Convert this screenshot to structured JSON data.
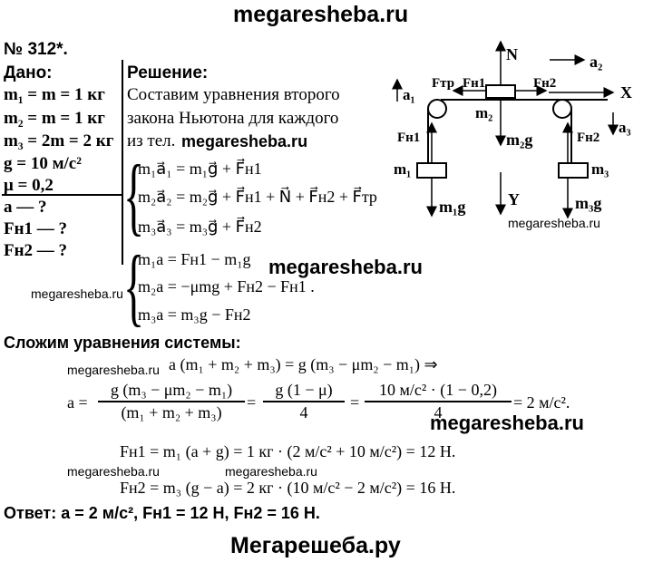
{
  "watermarks": {
    "top": "megaresheba.ru",
    "mid1": "megaresheba.ru",
    "mid2": "megaresheba.ru",
    "side1": "megaresheba.ru",
    "side2": "megaresheba.ru",
    "left1": "megaresheba.ru",
    "left2": "megaresheba.ru",
    "frac": "megaresheba.ru",
    "low1": "megaresheba.ru",
    "low2": "megaresheba.ru",
    "bottom": "Мегарешеба.ру"
  },
  "problem": {
    "number": "№ 312*.",
    "given_title": "Дано:",
    "given": [
      "m₁ = m = 1 кг",
      "m₂ = m = 1 кг",
      "m₃ = 2m = 2 кг",
      "g = 10 м/с²",
      "μ = 0,2"
    ],
    "find": [
      "a — ?",
      "Fн1 — ?",
      "Fн2 — ?"
    ]
  },
  "solution": {
    "title": "Решение:",
    "intro_lines": [
      "Составим уравнения второго",
      "закона Ньютона для каждого",
      "из тел."
    ],
    "vector_system": [
      "m₁a⃗₁ = m₁g⃗ + F⃗н1",
      "m₂a⃗₂ = m₂g⃗ + F⃗н1 + N⃗ + F⃗н2 + F⃗тр",
      "m₃a⃗₃ = m₃g⃗ + F⃗н2"
    ],
    "scalar_system": [
      "m₁a = Fн1 − m₁g",
      "m₂a = −μmg + Fн2 − Fн1 .",
      "m₃a = m₃g − Fн2"
    ],
    "add_text": "Сложим уравнения системы:",
    "sum_eq": "a (m₁ + m₂ + m₃) = g (m₃ − μm₂ − m₁) ⇒",
    "a_lhs": "a =",
    "frac1_num": "g (m₃ − μm₂ − m₁)",
    "frac1_den": "(m₁ + m₂ + m₃)",
    "eq1": "=",
    "frac2_num": "g (1 − μ)",
    "frac2_den": "4",
    "eq2": "=",
    "frac3_num": "10 м/с² · (1 − 0,2)",
    "frac3_den": "4",
    "a_result": "= 2 м/с².",
    "fn1_line": "Fн1 = m₁ (a + g) = 1 кг · (2 м/с² + 10 м/с²) = 12 Н.",
    "fn2_line": "Fн2 = m₃ (g − a) = 2 кг · (10 м/с² − 2 м/с²) = 16 Н.",
    "answer": "Ответ: a = 2 м/с², Fн1 = 12 Н, Fн2 = 16 Н."
  },
  "diagram": {
    "labels": {
      "N": "N",
      "a2": "a₂",
      "a1": "a₁",
      "Ftr": "Fтр",
      "Fn1_top": "Fн1",
      "Fn2_top": "Fн2",
      "X": "X",
      "m2": "m₂",
      "Fn1_left": "Fн1",
      "m2g": "m₂g",
      "Fn2_right": "Fн2",
      "a3": "a₃",
      "m1": "m₁",
      "m3": "m₃",
      "Y": "Y",
      "m1g": "m₁g",
      "m3g": "m₃g"
    }
  }
}
